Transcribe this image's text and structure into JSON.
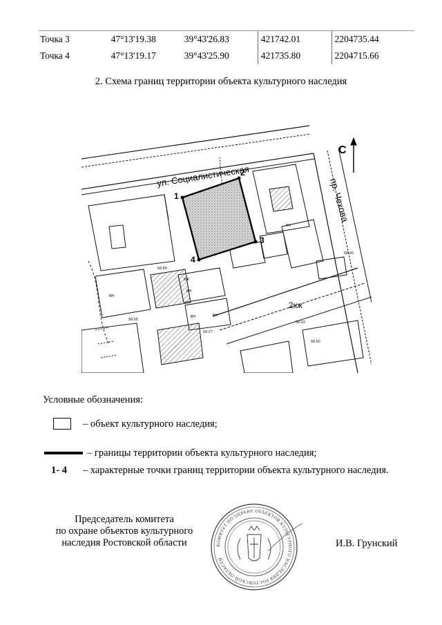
{
  "coordinates_table": {
    "rows": [
      {
        "point": "Точка 3",
        "lat": "47°13'19.38",
        "lon": "39°43'26.83",
        "x": "421742.01",
        "y": "2204735.44"
      },
      {
        "point": "Точка 4",
        "lat": "47°13'19.17",
        "lon": "39°43'25.90",
        "x": "421735.80",
        "y": "2204715.66"
      }
    ]
  },
  "section_title": "2. Схема границ территории объекта культурного наследия",
  "map": {
    "street_top": "ул. Социалистическая",
    "street_side": "пр. Чехова",
    "north_label": "С",
    "point_labels": [
      "1",
      "2",
      "3",
      "4"
    ],
    "building_labels": [
      "2кж",
      "кн",
      "кн",
      "кн",
      "кж",
      "кн",
      "кн"
    ],
    "elevation_labels": [
      "58.80",
      "58.33",
      "59.27",
      "58.83",
      "58.55",
      "58.90"
    ],
    "colors": {
      "ink": "#111111",
      "hatch": "#777777"
    }
  },
  "legend": {
    "heading": "Условные обозначения:",
    "object_text": "– объект культурного наследия;",
    "boundary_text": "– границы территории объекта культурного наследия;",
    "points_symbol": "1- 4",
    "points_text": "– характерные точки границ территории объекта культурного наследия."
  },
  "signature": {
    "title": "Председатель комитета\nпо охране объектов культурного\nнаследия Ростовской области",
    "name": "И.В. Грунский",
    "seal_text": "КОМИТЕТ ПО ОХРАНЕ ОБЪЕКТОВ КУЛЬТУРНОГО НАСЛЕДИЯ РОСТОВСКОЙ ОБЛАСТИ"
  }
}
